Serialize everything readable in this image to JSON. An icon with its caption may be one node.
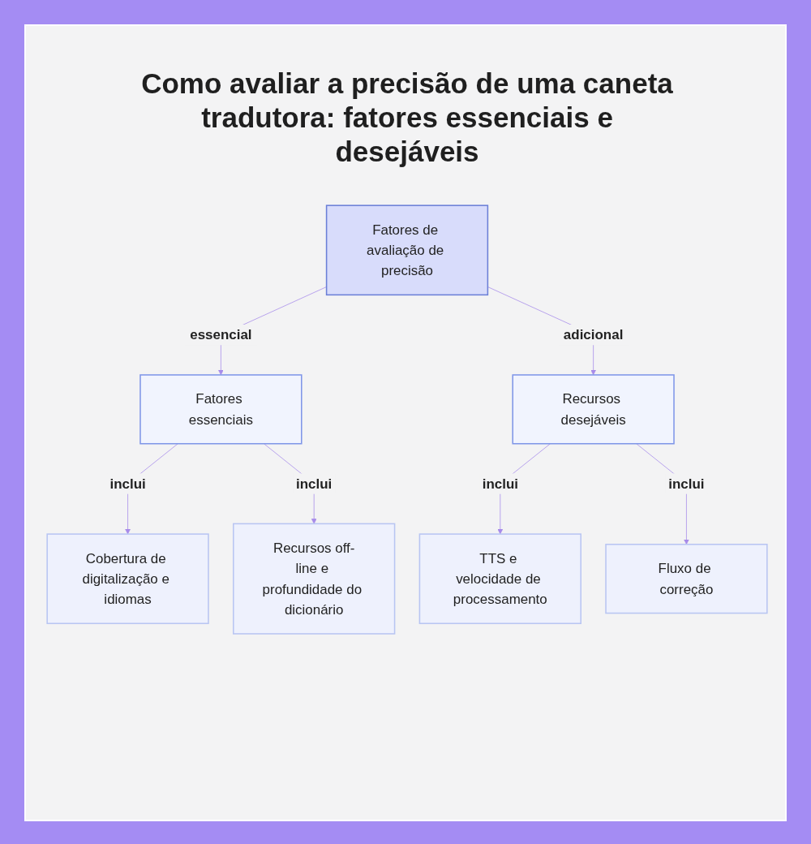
{
  "diagram": {
    "title": "Como avaliar a precisão de uma caneta tradutora: fatores essenciais e desejáveis",
    "nodes": [
      {
        "text": [
          "Fatores de avaliação de precisão"
        ]
      },
      {
        "text": [
          "Fatores essenciais"
        ]
      },
      {
        "text": [
          "Recursos desejáveis"
        ]
      },
      {
        "text": [
          "Cobertura de digitalização e idiomas"
        ]
      },
      {
        "text": [
          "Recursos off-line e profundidade do dicionário"
        ]
      },
      {
        "text": [
          "TTS e velocidade de processamento"
        ]
      },
      {
        "text": [
          "Fluxo de correção"
        ]
      }
    ],
    "edges": [
      {
        "from": 0,
        "to": 1,
        "arrow": "to",
        "label": "essencial"
      },
      {
        "from": 0,
        "to": 2,
        "arrow": "to",
        "label": "adicional"
      },
      {
        "from": 1,
        "to": 3,
        "arrow": "to",
        "label": "inclui"
      },
      {
        "from": 1,
        "to": 4,
        "arrow": "to",
        "label": "inclui"
      },
      {
        "from": 2,
        "to": 5,
        "arrow": "to",
        "label": "inclui"
      },
      {
        "from": 2,
        "to": 6,
        "arrow": "to",
        "label": "inclui"
      }
    ]
  }
}
